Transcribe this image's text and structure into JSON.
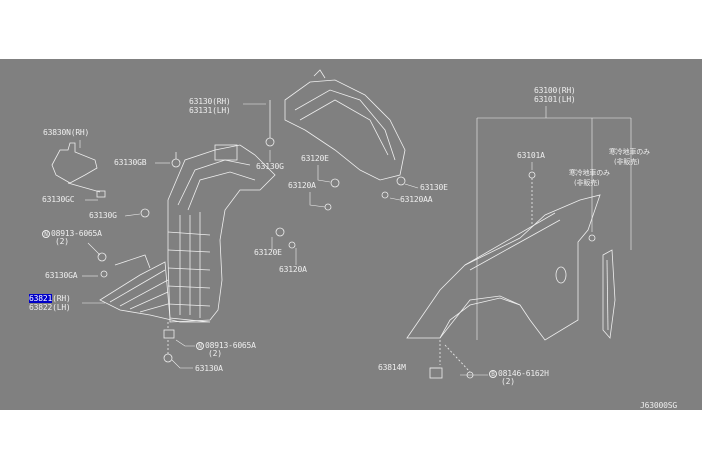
{
  "diagram_id": "J63000SG",
  "labels": {
    "p63830N": "63830N(RH)",
    "p63130GB": "63130GB",
    "p63130_rh": "63130(RH)",
    "p63131_lh": "63131(LH)",
    "p63130G_top": "63130G",
    "p63120E_top": "63120E",
    "p63120A_top": "63120A",
    "p63130GC": "63130GC",
    "p63130G_left": "63130G",
    "p08913_a": "08913-6065A",
    "p08913_a_qty": "(2)",
    "p63120E_bot": "63120E",
    "p63120A_bot": "63120A",
    "p63130GA": "63130GA",
    "p63821_rh_num": "63821",
    "p63821_rh_suffix": "(RH)",
    "p63822_lh": "63822(LH)",
    "p08913_b": "08913-6065A",
    "p08913_b_qty": "(2)",
    "p63130A": "63130A",
    "p63130E": "63130E",
    "p63120AA": "63120AA",
    "p63100_rh": "63100(RH)",
    "p63101_lh": "63101(LH)",
    "p63101A": "63101A",
    "cold_a_1": "寒冷地車のみ",
    "cold_a_2": "(非販売)",
    "cold_b_1": "寒冷地車のみ",
    "cold_b_2": "(非販売)",
    "p63814M": "63814M",
    "p08146": "08146-6162H",
    "p08146_qty": "(2)",
    "circle_n": "N",
    "circle_b": "B"
  },
  "highlight_color": "#0000c8"
}
